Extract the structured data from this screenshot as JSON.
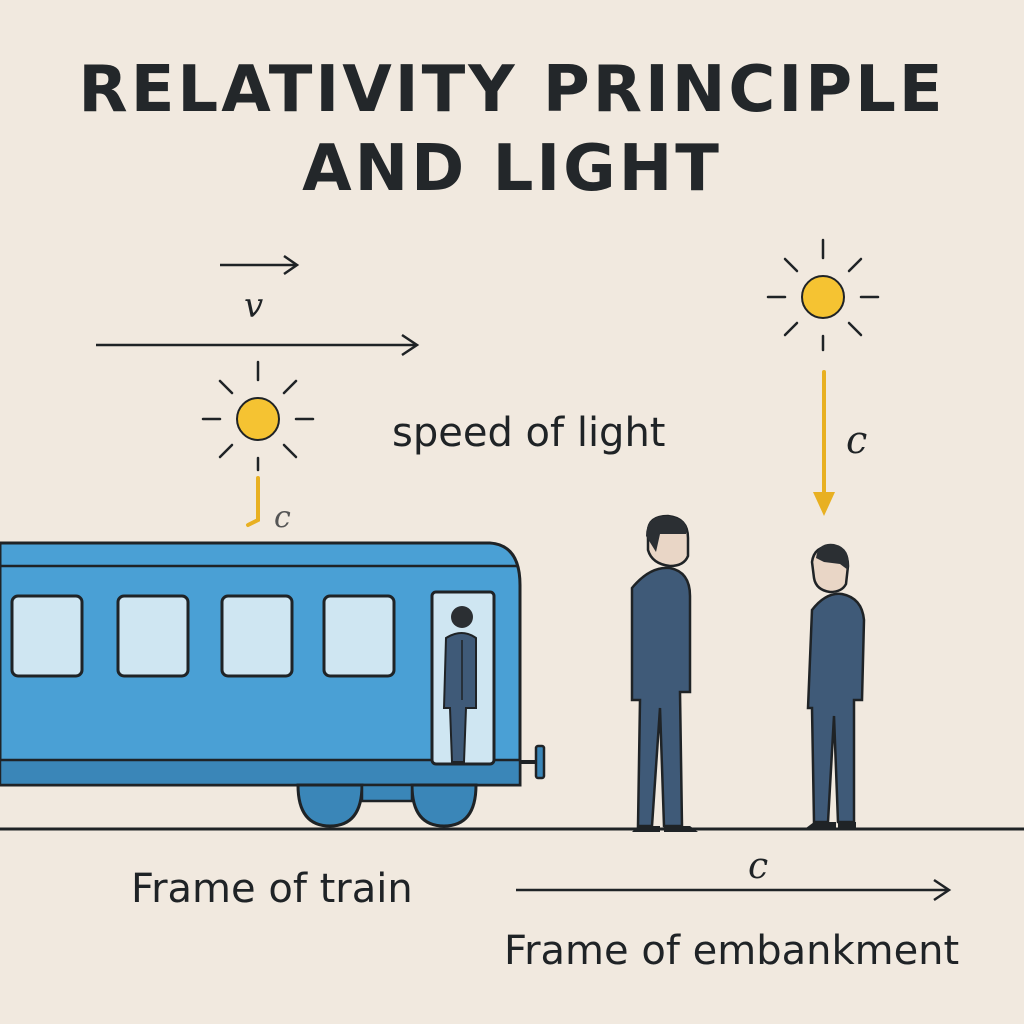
{
  "title": {
    "line1": "RELATIVITY PRINCIPLE",
    "line2": "AND LIGHT"
  },
  "labels": {
    "velocity": "v",
    "speed_of_light": "speed of light",
    "c_train": "c",
    "c_embankment_light": "c",
    "c_ground": "c",
    "frame_train": "Frame of train",
    "frame_embankment": "Frame of embankment"
  },
  "colors": {
    "background": "#f1e9df",
    "train_body": "#4aa0d5",
    "train_dark": "#3a86b8",
    "window": "#cfe6f2",
    "sun": "#f5c332",
    "light_ray": "#e8b022",
    "suit": "#3f5a78",
    "ink": "#1f2326"
  }
}
